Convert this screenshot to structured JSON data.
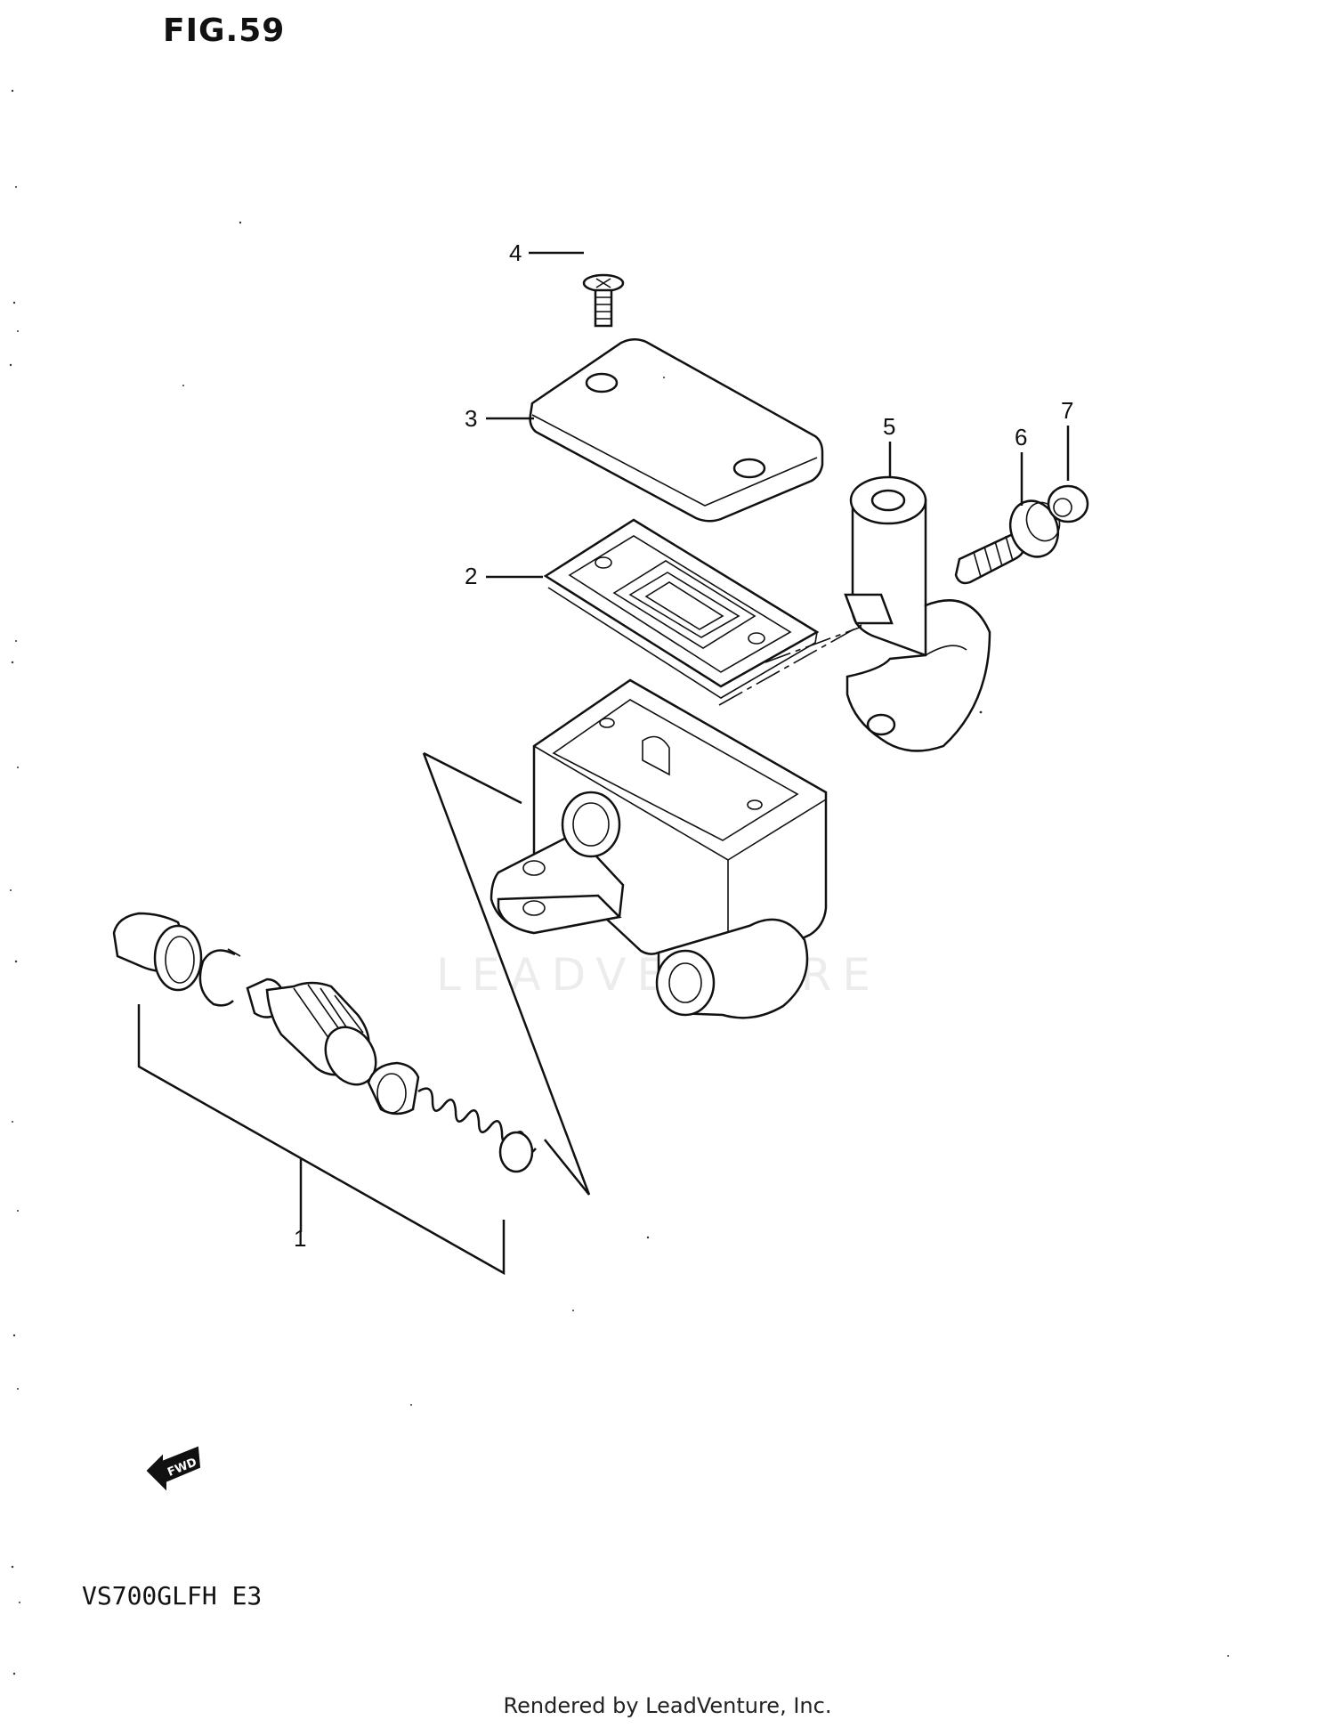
{
  "figure": {
    "title": "FIG.59"
  },
  "model": {
    "code": "VS700GLFH  E3"
  },
  "footer": {
    "rendered_by": "Rendered by LeadVenture, Inc."
  },
  "watermark": {
    "text": "LEADVENTURE"
  },
  "fwd_arrow": {
    "label": "FWD",
    "icon": "fwd-arrow-icon"
  },
  "callouts": [
    {
      "label": "1",
      "part": "piston-and-spring-kit"
    },
    {
      "label": "2",
      "part": "diaphragm"
    },
    {
      "label": "3",
      "part": "reservoir-cap"
    },
    {
      "label": "4",
      "part": "cap-screw"
    },
    {
      "label": "5",
      "part": "holder-clamp"
    },
    {
      "label": "6",
      "part": "clamp-bolt"
    },
    {
      "label": "7",
      "part": "washer"
    }
  ]
}
